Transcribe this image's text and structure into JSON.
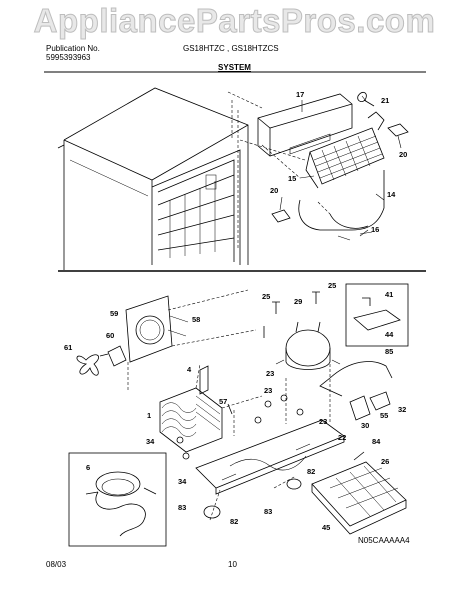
{
  "watermark": "AppliancePartsPros.com",
  "header": {
    "publication_label": "Publication No.",
    "publication_number": "5995393963",
    "models": "GS18HTZC , GS18HTZCS"
  },
  "section_title": "SYSTEM",
  "callouts": {
    "c17": "17",
    "c21": "21",
    "c20a": "20",
    "c15": "15",
    "c14": "14",
    "c20b": "20",
    "c16": "16",
    "c25a": "25",
    "c25b": "25",
    "c29": "29",
    "c41": "41",
    "c59": "59",
    "c58": "58",
    "c60": "60",
    "c61": "61",
    "c44": "44",
    "c85": "85",
    "c4": "4",
    "c23a": "23",
    "c57": "57",
    "c1": "1",
    "c23b": "23",
    "c55": "55",
    "c32": "32",
    "c30": "30",
    "c34a": "34",
    "c22": "22",
    "c23c": "23",
    "c84": "84",
    "c26": "26",
    "c34b": "34",
    "c6": "6",
    "c82a": "82",
    "c83a": "83",
    "c83b": "83",
    "c82b": "82",
    "c45": "45"
  },
  "diagram_code": "N05CAAAAA4",
  "footer": {
    "date": "08/03",
    "page": "10"
  }
}
